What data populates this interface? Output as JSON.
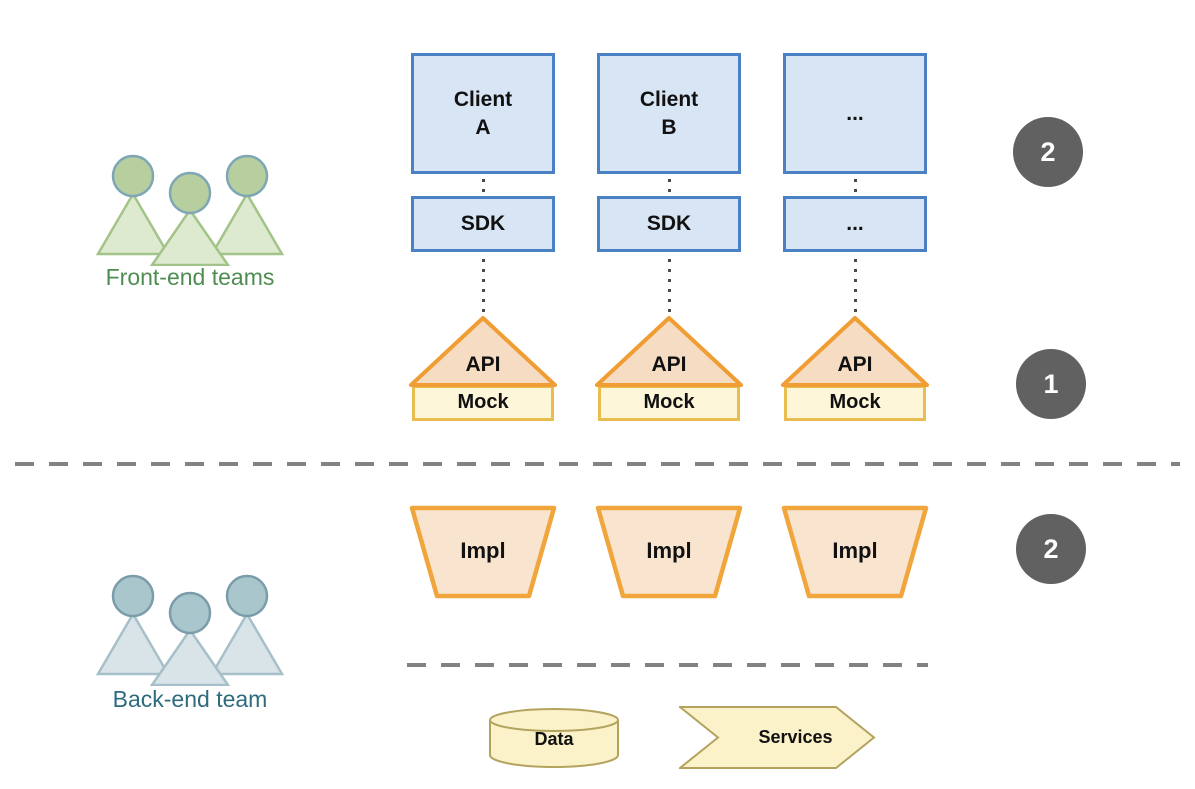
{
  "theme": {
    "client_fill": "#d8e5f5",
    "client_border": "#4a80c4",
    "api_fill": "#f6dcc3",
    "api_border": "#f09d33",
    "mock_fill": "#fdf6d8",
    "mock_border": "#e9bd4f",
    "impl_fill": "#f9e5cf",
    "impl_border": "#f0a63c",
    "store_fill": "#fbf2ca",
    "store_border": "#b3a35e",
    "badge_bg": "#616161",
    "badge_text": "#ffffff",
    "front_label_color": "#4e8c51",
    "back_label_color": "#2e6b7d",
    "dash_color": "#828282",
    "dot_color": "#4a4a4a",
    "front_head_fill": "#b7cf9e",
    "front_head_stroke": "#7fa6b4",
    "front_body_fill": "#ddeacf",
    "front_body_stroke": "#a2c489",
    "back_head_fill": "#aac6cd",
    "back_head_stroke": "#7b9dab",
    "back_body_fill": "#d9e4e8",
    "back_body_stroke": "#a7bfc9"
  },
  "teams": {
    "front": {
      "label": "Front-end teams"
    },
    "back": {
      "label": "Back-end team"
    }
  },
  "columns": [
    {
      "client_line1": "Client",
      "client_line2": "A",
      "sdk": "SDK",
      "api": "API",
      "mock": "Mock",
      "impl": "Impl"
    },
    {
      "client_line1": "Client",
      "client_line2": "B",
      "sdk": "SDK",
      "api": "API",
      "mock": "Mock",
      "impl": "Impl"
    },
    {
      "client_line1": "...",
      "client_line2": "",
      "sdk": "...",
      "api": "API",
      "mock": "Mock",
      "impl": "Impl"
    }
  ],
  "badges": [
    {
      "label": "2"
    },
    {
      "label": "1"
    },
    {
      "label": "2"
    }
  ],
  "backend_shapes": {
    "data": "Data",
    "services": "Services"
  }
}
